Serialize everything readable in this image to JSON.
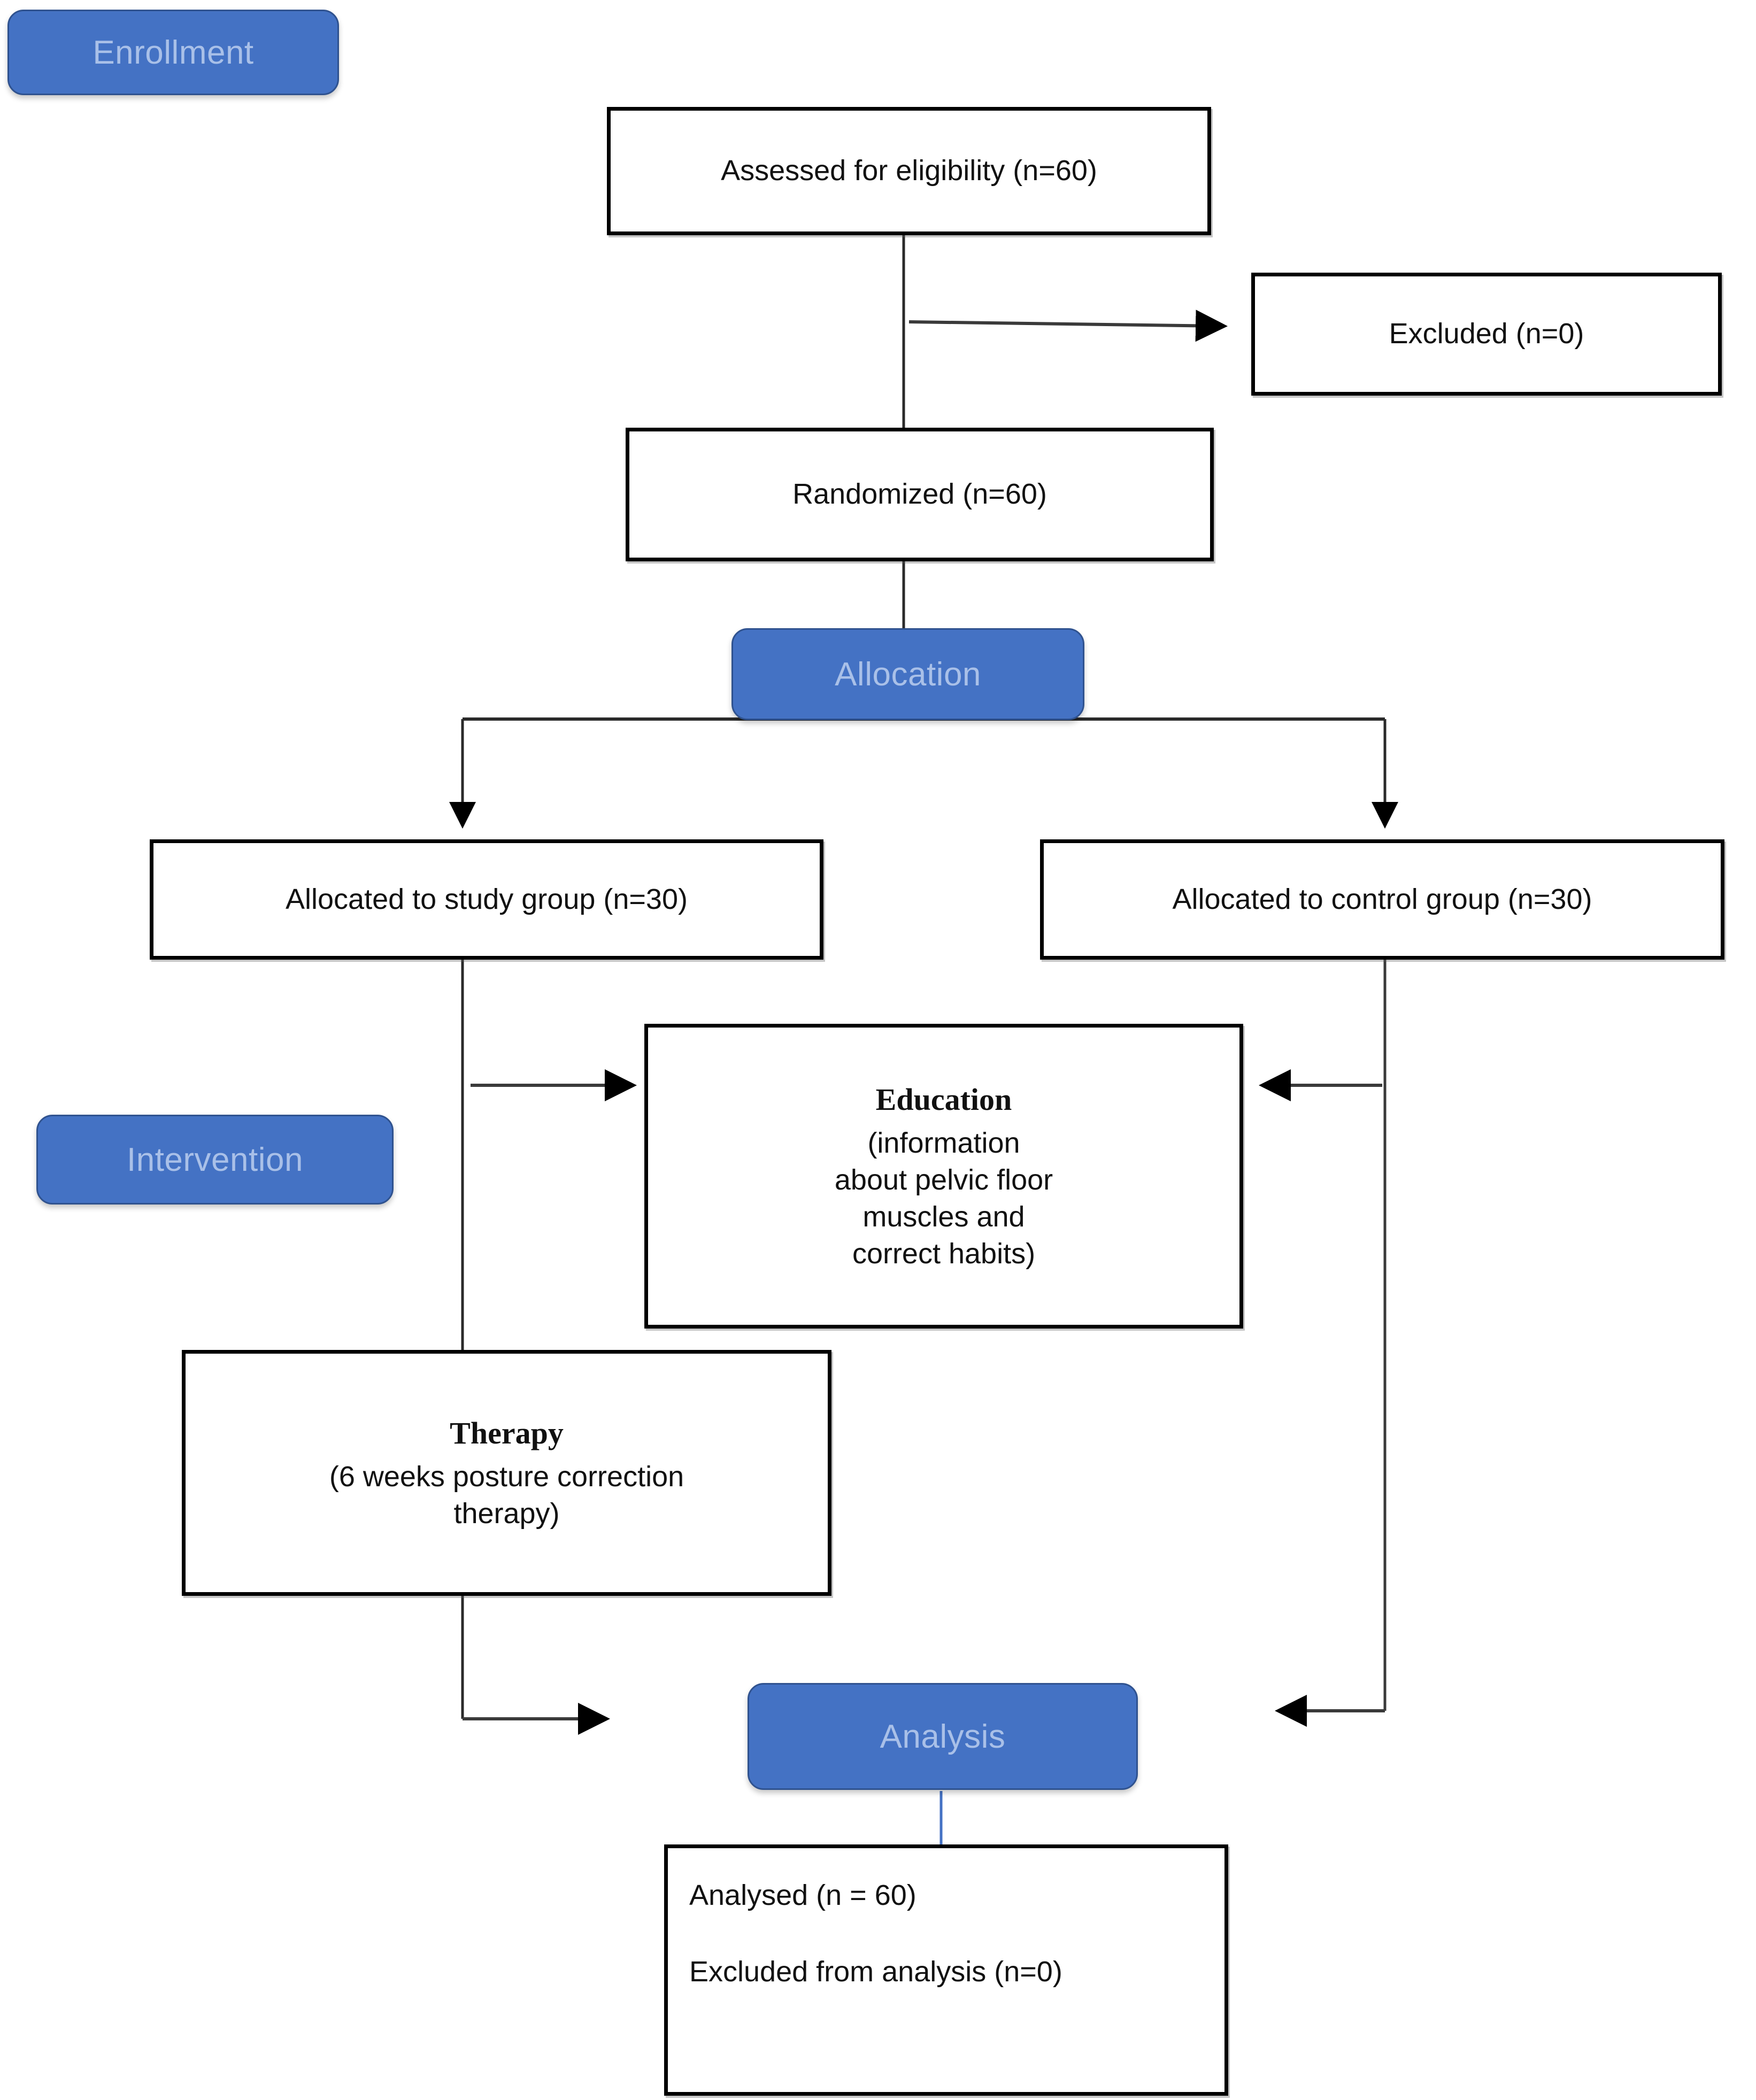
{
  "diagram": {
    "type": "consort-flow-diagram",
    "accent_color": "#4472C4",
    "accent_border_color": "#2F528F",
    "badge_text_color": "#A9C0E8",
    "box_border_color": "#000000",
    "analysis_connector_color": "#4472C4",
    "background": "#ffffff"
  },
  "stages": {
    "enrollment": "Enrollment",
    "allocation": "Allocation",
    "intervention": "Intervention",
    "analysis": "Analysis"
  },
  "nodes": {
    "assessed": {
      "text": "Assessed for eligibility (n=60)"
    },
    "excluded": {
      "text": "Excluded (n=0)"
    },
    "randomized": {
      "text": "Randomized (n=60)"
    },
    "study_group": {
      "text": "Allocated to study group (n=30)"
    },
    "control_group": {
      "text": "Allocated to control group (n=30)"
    },
    "education": {
      "title": "Education",
      "lines": [
        "(information",
        "about pelvic floor",
        "muscles and",
        "correct habits)"
      ]
    },
    "therapy": {
      "title": "Therapy",
      "lines": [
        "(6 weeks posture correction",
        "therapy)"
      ]
    },
    "analysed": {
      "line1": "Analysed (n = 60)",
      "line2": "Excluded from analysis (n=0)"
    }
  },
  "counts": {
    "assessed_n": 60,
    "excluded_n": 0,
    "randomized_n": 60,
    "study_group_n": 30,
    "control_group_n": 30,
    "analysed_n": 60,
    "excluded_from_analysis_n": 0
  }
}
